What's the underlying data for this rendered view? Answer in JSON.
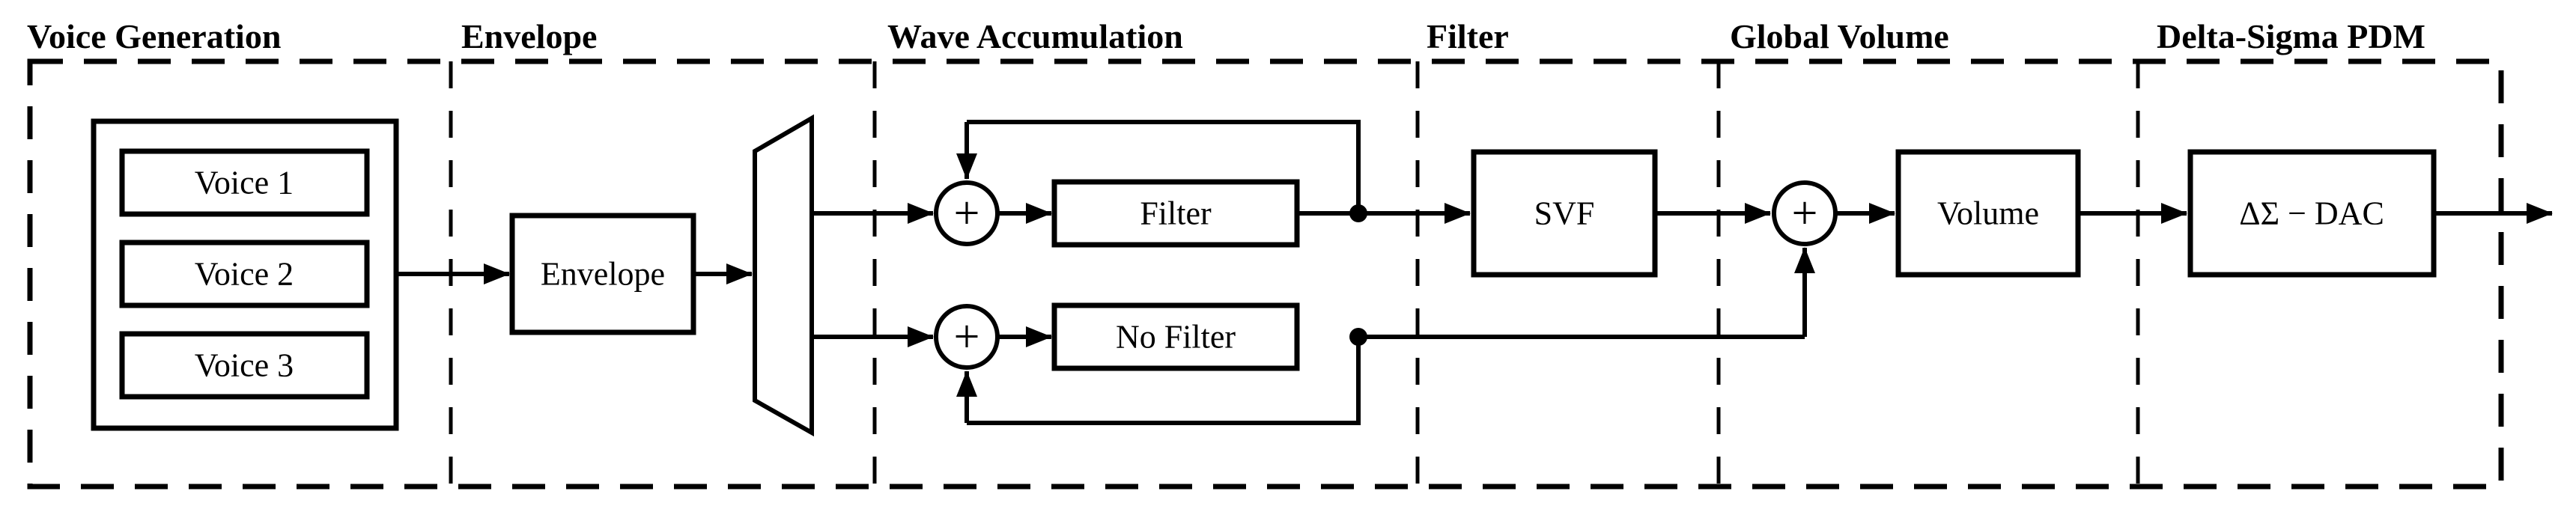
{
  "figure": {
    "background": "#ffffff",
    "line_color": "#000000"
  },
  "sections": [
    {
      "label": "Voice Generation"
    },
    {
      "label": "Envelope"
    },
    {
      "label": "Wave Accumulation"
    },
    {
      "label": "Filter"
    },
    {
      "label": "Global Volume"
    },
    {
      "label": "Delta-Sigma PDM"
    }
  ],
  "blocks": {
    "voice1": "Voice 1",
    "voice2": "Voice 2",
    "voice3": "Voice 3",
    "envelope": "Envelope",
    "filter": "Filter",
    "no_filter": "No Filter",
    "svf": "SVF",
    "volume": "Volume",
    "dac": "ΔΣ − DAC",
    "plus": "+"
  }
}
